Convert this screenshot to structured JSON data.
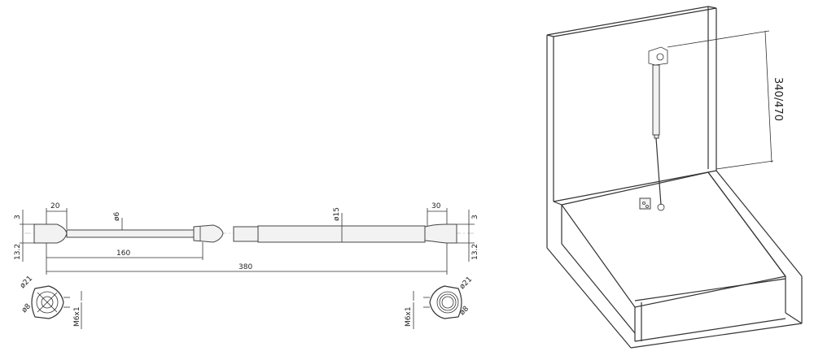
{
  "drawing": {
    "side_view": {
      "label_end_left": "20",
      "label_end_right": "30",
      "label_rod": "ø6",
      "label_tube": "ø15",
      "label_rod_len": "160",
      "label_total": "380",
      "label_gap_left": "3",
      "label_gap_right": "3",
      "label_h_left": "13.2",
      "label_h_right": "13.2"
    },
    "end_fitting_left": {
      "outer": "ø21",
      "inner": "ø8",
      "thread": "M6x1"
    },
    "end_fitting_right": {
      "outer": "ø21",
      "inner": "ø8",
      "thread": "M6x1"
    },
    "box_view": {
      "dimension": "340/470"
    }
  }
}
